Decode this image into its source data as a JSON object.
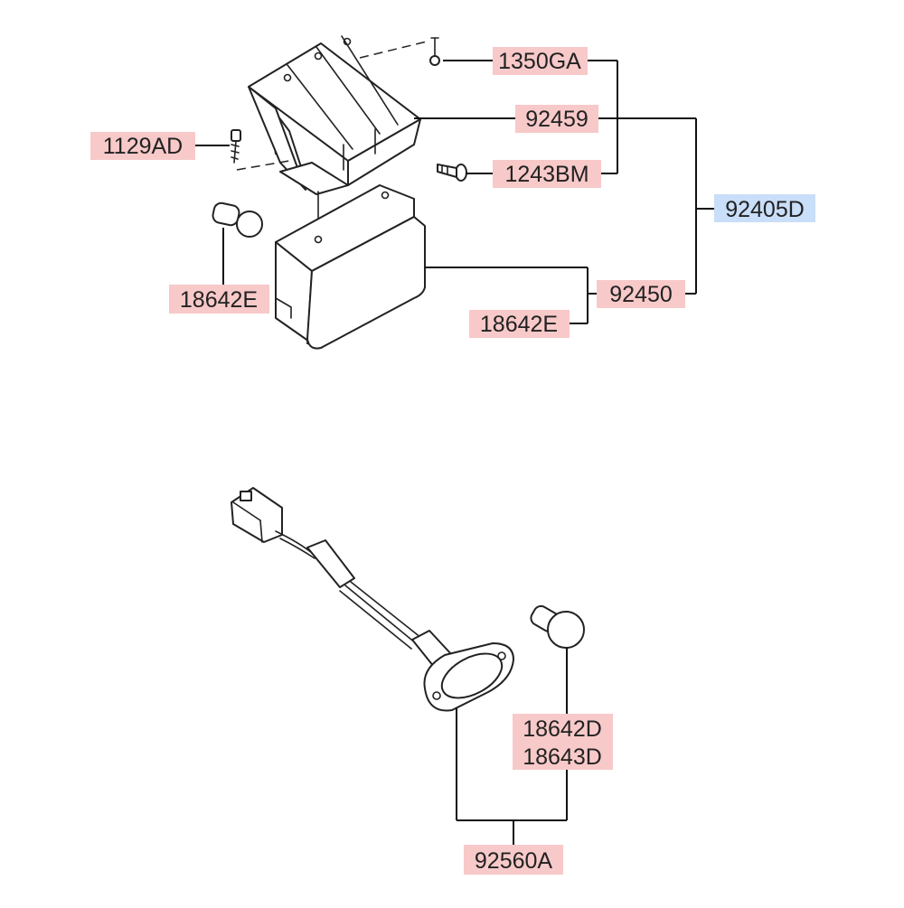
{
  "colors": {
    "part_label_bg": "#f8c9c9",
    "assembly_label_bg": "#c9def8",
    "line": "#111111"
  },
  "labels": {
    "bolt_nut": "1350GA",
    "bracket": "92459",
    "screw_left": "1129AD",
    "screw_right": "1243BM",
    "assembly": "92405D",
    "bulb_left": "18642E",
    "lamp_housing": "92450",
    "bulb_lamp": "18642E",
    "bulb_lower_a": "18642D",
    "bulb_lower_b": "18643D",
    "lower_lamp": "92560A"
  }
}
